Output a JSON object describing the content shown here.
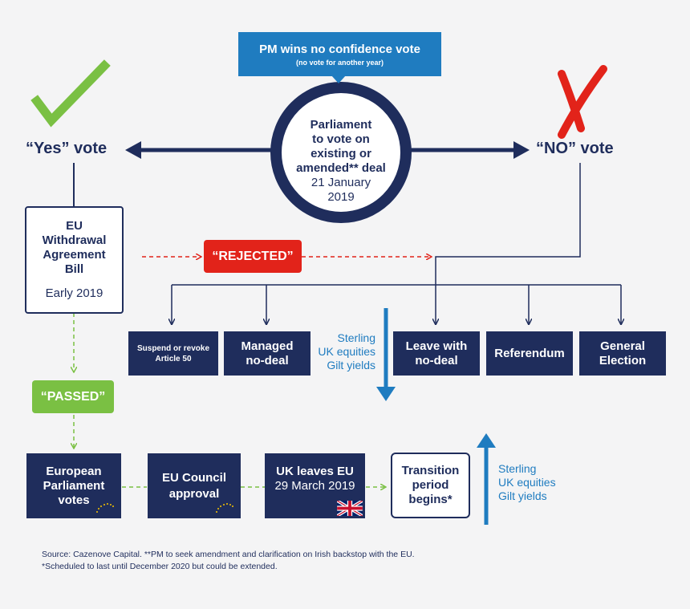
{
  "top_callout": {
    "title": "PM wins no confidence vote",
    "subtitle": "(no vote for another year)"
  },
  "center": {
    "lines": [
      "Parliament",
      "to vote on",
      "existing or",
      "amended** deal",
      "21 January",
      "2019"
    ]
  },
  "yes_label": "“Yes” vote",
  "no_label": "“NO” vote",
  "withdrawal_bill": {
    "lines": [
      "EU",
      "Withdrawal",
      "Agreement",
      "Bill"
    ],
    "date": "Early 2019"
  },
  "rejected": "“REJECTED”",
  "passed": "“PASSED”",
  "outcomes": [
    {
      "lines": [
        "Suspend or revoke",
        "Article 50"
      ]
    },
    {
      "lines": [
        "Managed",
        "no-deal"
      ]
    },
    {
      "lines": [
        "Leave with",
        "no-deal"
      ]
    },
    {
      "lines": [
        "Referendum"
      ]
    },
    {
      "lines": [
        "General",
        "Election"
      ]
    }
  ],
  "market_down": [
    "Sterling",
    "UK equities",
    "Gilt yields"
  ],
  "market_up": [
    "Sterling",
    "UK equities",
    "Gilt yields"
  ],
  "steps": [
    {
      "lines": [
        "European",
        "Parliament",
        "votes"
      ]
    },
    {
      "lines": [
        "EU Council",
        "approval"
      ]
    },
    {
      "lines": [
        "UK leaves EU"
      ],
      "date": "29 March 2019"
    },
    {
      "lines": [
        "Transition",
        "period",
        "begins*"
      ]
    }
  ],
  "footnotes": [
    "Source: Cazenove Capital. **PM to seek amendment and clarification on Irish backstop with the EU.",
    "*Scheduled to last until December 2020 but could be extended."
  ],
  "colors": {
    "navy": "#1f2d5c",
    "blue": "#1f7cc0",
    "green": "#7ac043",
    "red": "#e2231a",
    "background": "#f4f4f5"
  }
}
